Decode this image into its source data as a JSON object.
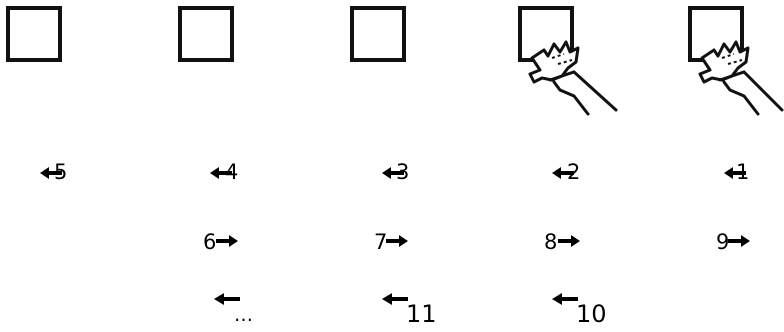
{
  "squares": [
    {
      "id": "1",
      "hand": false
    },
    {
      "id": "2",
      "hand": false
    },
    {
      "id": "3",
      "hand": false
    },
    {
      "id": "4",
      "hand": true
    },
    {
      "id": "5",
      "hand": true
    }
  ],
  "steps": [
    {
      "label": "5",
      "direction": "left"
    },
    {
      "label": "4",
      "direction": "left"
    },
    {
      "label": "3",
      "direction": "left"
    },
    {
      "label": "2",
      "direction": "left"
    },
    {
      "label": "1",
      "direction": "left"
    },
    {
      "label": "6",
      "direction": "right"
    },
    {
      "label": "7",
      "direction": "right"
    },
    {
      "label": "8",
      "direction": "right"
    },
    {
      "label": "9",
      "direction": "right"
    },
    {
      "label": "…",
      "direction": "left"
    },
    {
      "label": "11",
      "direction": "left"
    },
    {
      "label": "10",
      "direction": "left"
    }
  ],
  "colors": {
    "stroke": "#111111",
    "arrow": "#000000"
  }
}
